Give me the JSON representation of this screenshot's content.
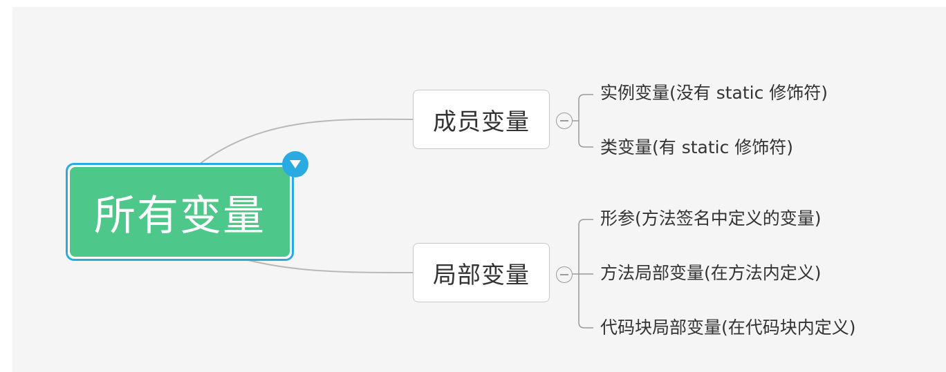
{
  "root": {
    "label": "所有变量"
  },
  "branches": [
    {
      "label": "成员变量",
      "children": [
        "实例变量(没有 static 修饰符)",
        "类变量(有 static 修饰符)"
      ]
    },
    {
      "label": "局部变量",
      "children": [
        "形参(方法签名中定义的变量)",
        "方法局部变量(在方法内定义)",
        "代码块局部变量(在代码块内定义)"
      ]
    }
  ],
  "colors": {
    "root_fill": "#4ec88a",
    "selection_border": "#29aae1",
    "connector": "#b8b8b8",
    "canvas_background": "#f5f5f5"
  },
  "icons": {
    "root_badge": "filter-icon",
    "collapse": "collapse-minus-icon"
  }
}
